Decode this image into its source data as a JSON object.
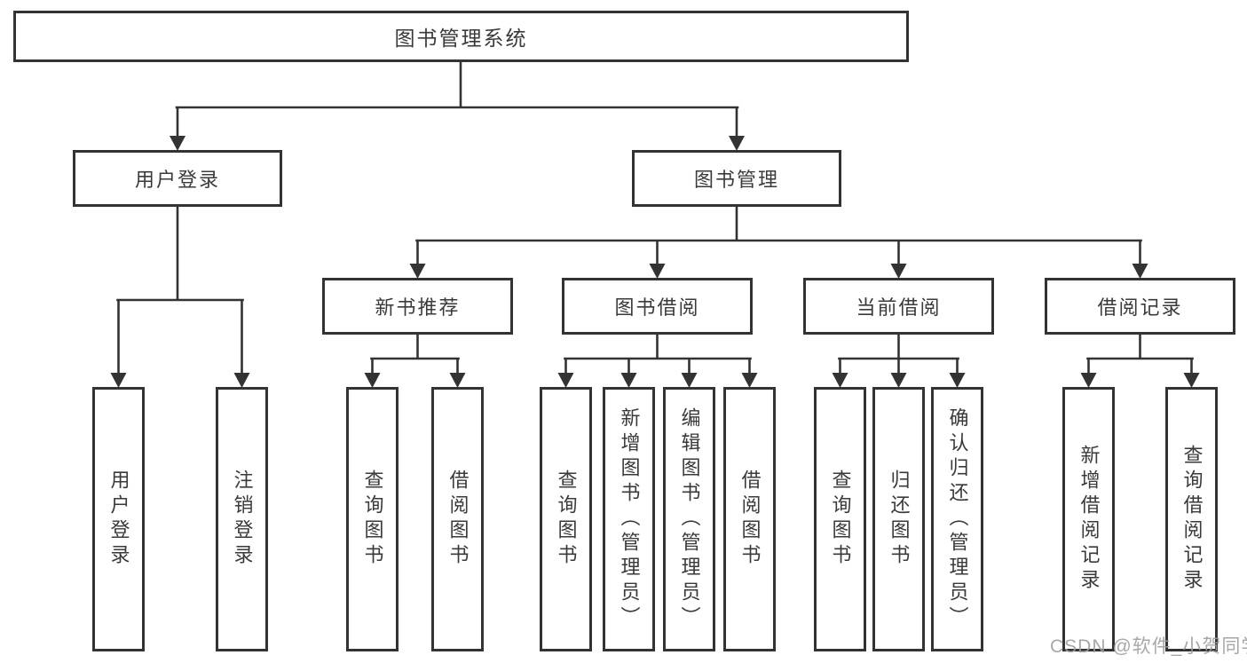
{
  "diagram": {
    "root": {
      "label": "图书管理系统"
    },
    "level2": [
      {
        "label": "用户登录"
      },
      {
        "label": "图书管理"
      }
    ],
    "level3": [
      {
        "label": "新书推荐",
        "parent": "图书管理"
      },
      {
        "label": "图书借阅",
        "parent": "图书管理"
      },
      {
        "label": "当前借阅",
        "parent": "图书管理"
      },
      {
        "label": "借阅记录",
        "parent": "图书管理"
      }
    ],
    "leaves": [
      {
        "label": "用户登录",
        "parent": "用户登录"
      },
      {
        "label": "注销登录",
        "parent": "用户登录"
      },
      {
        "label": "查询图书",
        "parent": "新书推荐"
      },
      {
        "label": "借阅图书",
        "parent": "新书推荐"
      },
      {
        "label": "查询图书",
        "parent": "图书借阅"
      },
      {
        "label": "新增图书（管理员）",
        "parent": "图书借阅"
      },
      {
        "label": "编辑图书（管理员）",
        "parent": "图书借阅"
      },
      {
        "label": "借阅图书",
        "parent": "图书借阅"
      },
      {
        "label": "查询图书",
        "parent": "当前借阅"
      },
      {
        "label": "归还图书",
        "parent": "当前借阅"
      },
      {
        "label": "确认归还（管理员）",
        "parent": "当前借阅"
      },
      {
        "label": "新增借阅记录",
        "parent": "借阅记录"
      },
      {
        "label": "查询借阅记录",
        "parent": "借阅记录"
      }
    ]
  },
  "watermark": {
    "text": "CSDN @软件_小贺同学"
  },
  "colors": {
    "line": "#333333",
    "text": "#3a3a3a",
    "watermark": "#9e9ea3",
    "background": "#ffffff"
  }
}
